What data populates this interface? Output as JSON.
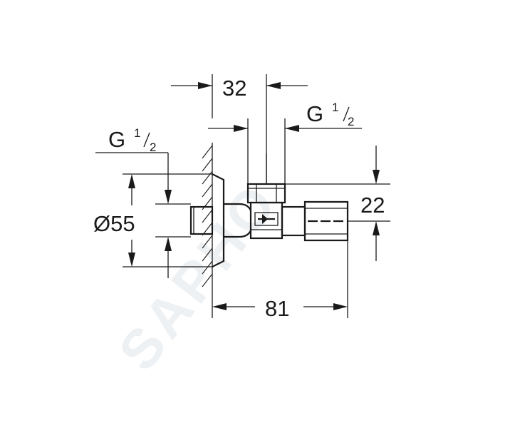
{
  "watermark": {
    "text": "SAPHO"
  },
  "dimensions": {
    "top_width": "32",
    "top_thread": {
      "letter": "G",
      "num": "1",
      "den": "2"
    },
    "left_thread": {
      "letter": "G",
      "num": "1",
      "den": "2"
    },
    "diameter": "Ø55",
    "height_right": "22",
    "length_bottom": "81"
  },
  "colors": {
    "line": "#1a1a1a",
    "watermark": "#eef1f4"
  }
}
